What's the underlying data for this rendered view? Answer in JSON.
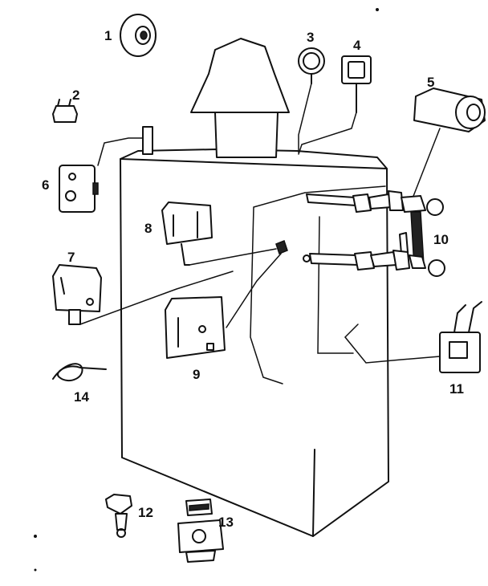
{
  "diagram": {
    "parts": [
      {
        "id": "part-1",
        "number": "1"
      },
      {
        "id": "part-2",
        "number": "2"
      },
      {
        "id": "part-3",
        "number": "3"
      },
      {
        "id": "part-4",
        "number": "4"
      },
      {
        "id": "part-5",
        "number": "5"
      },
      {
        "id": "part-6",
        "number": "6"
      },
      {
        "id": "part-7",
        "number": "7"
      },
      {
        "id": "part-8",
        "number": "8"
      },
      {
        "id": "part-9",
        "number": "9"
      },
      {
        "id": "part-10",
        "number": "10"
      },
      {
        "id": "part-11",
        "number": "11"
      },
      {
        "id": "part-12",
        "number": "12"
      },
      {
        "id": "part-13",
        "number": "13"
      },
      {
        "id": "part-14",
        "number": "14"
      }
    ]
  }
}
